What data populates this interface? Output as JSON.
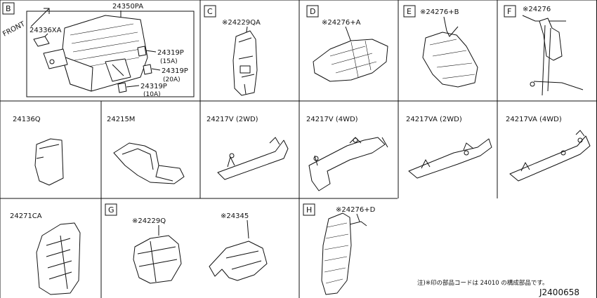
{
  "cells": [
    {
      "letter": "B",
      "labels": [
        "24350PA",
        "24336XA",
        "24319P",
        "(15A)",
        "24319P",
        "(20A)",
        "24319P",
        "(10A)"
      ],
      "front": "FRONT"
    },
    {
      "letter": "C",
      "labels": [
        "※24229QA"
      ]
    },
    {
      "letter": "D",
      "labels": [
        "※24276+A"
      ]
    },
    {
      "letter": "E",
      "labels": [
        "※24276+B"
      ]
    },
    {
      "letter": "F",
      "labels": [
        "※24276"
      ]
    },
    {
      "letter": "",
      "labels": [
        "24136Q"
      ]
    },
    {
      "letter": "",
      "labels": [
        "24215M"
      ]
    },
    {
      "letter": "",
      "labels": [
        "24217V (2WD)"
      ]
    },
    {
      "letter": "",
      "labels": [
        "24217V (4WD)"
      ]
    },
    {
      "letter": "",
      "labels": [
        "24217VA (2WD)"
      ]
    },
    {
      "letter": "",
      "labels": [
        "24217VA (4WD)"
      ]
    },
    {
      "letter": "",
      "labels": [
        "24271CA"
      ]
    },
    {
      "letter": "G",
      "labels": [
        "※24229Q",
        "※24345"
      ]
    },
    {
      "letter": "H",
      "labels": [
        "※24276+D"
      ]
    }
  ],
  "footnote": "注)※印の部品コードは 24010 の構成部品です。",
  "drawing_code": "J2400658"
}
